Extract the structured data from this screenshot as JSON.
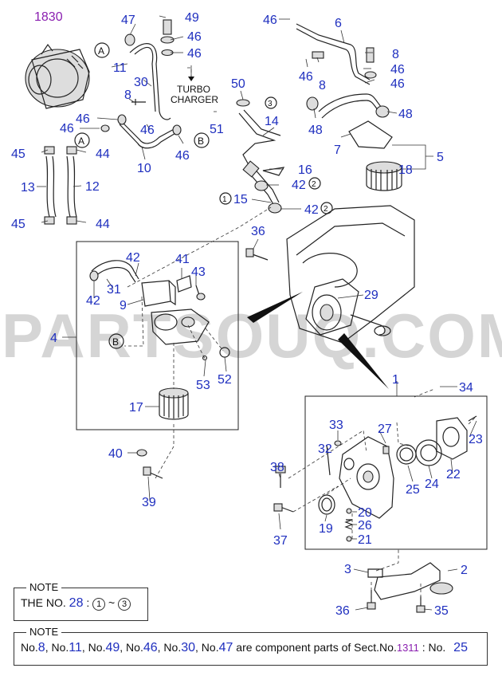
{
  "watermark": "PARTSOUQ.COM",
  "callouts": {
    "c1830": "1830",
    "c47": "47",
    "c49": "49",
    "c46a": "46",
    "c46b": "46",
    "c11": "11",
    "c30": "30",
    "c8a": "8",
    "c46c": "46",
    "c46d": "46",
    "c46e": "46",
    "c46f": "46",
    "c10": "10",
    "c45a": "45",
    "c44a": "44",
    "c13": "13",
    "c12": "12",
    "c45b": "45",
    "c44b": "44",
    "c46g": "46",
    "c6": "6",
    "c8b": "8",
    "c46h": "46",
    "c8c": "8",
    "c46i": "46",
    "c46j": "46",
    "c50": "50",
    "c14": "14",
    "c51": "51",
    "c48a": "48",
    "c48b": "48",
    "c7": "7",
    "c5": "5",
    "c16": "16",
    "c18": "18",
    "c42a": "42",
    "c15": "15",
    "c42b": "42",
    "c36a": "36",
    "c42c": "42",
    "c41": "41",
    "c43": "43",
    "c31": "31",
    "c42d": "42",
    "c9": "9",
    "c29": "29",
    "c4": "4",
    "c53": "53",
    "c52": "52",
    "c1": "1",
    "c34": "34",
    "c17": "17",
    "c33": "33",
    "c27": "27",
    "c23": "23",
    "c32": "32",
    "c40": "40",
    "c38": "38",
    "c25": "25",
    "c24": "24",
    "c22": "22",
    "c20": "20",
    "c26": "26",
    "c21": "21",
    "c19": "19",
    "c39": "39",
    "c37": "37",
    "c3": "3",
    "c2": "2",
    "c36b": "36",
    "c35": "35"
  },
  "refs": {
    "A1": "A",
    "A2": "A",
    "B1": "B",
    "B2": "B",
    "r3": "3",
    "r2a": "2",
    "r1": "1",
    "r2b": "2"
  },
  "turbo_label": [
    "TURBO",
    "CHARGER"
  ],
  "note1": {
    "title": "NOTE",
    "prefix": "THE NO.",
    "number": "28",
    "sep": ":",
    "from": "1",
    "tilde": "~",
    "to": "3"
  },
  "note2": {
    "title": "NOTE",
    "items": [
      {
        "pre": "No.",
        "num": "8",
        "post": ", "
      },
      {
        "pre": "No.",
        "num": "11",
        "post": ", "
      },
      {
        "pre": "No.",
        "num": "49",
        "post": ", "
      },
      {
        "pre": "No.",
        "num": "46",
        "post": ", "
      },
      {
        "pre": "No.",
        "num": "30",
        "post": ", "
      },
      {
        "pre": "No.",
        "num": "47",
        "post": " "
      }
    ],
    "middle": "are component parts of Sect.No.",
    "section": "1311",
    "tail": " : No.",
    "last": "25"
  }
}
